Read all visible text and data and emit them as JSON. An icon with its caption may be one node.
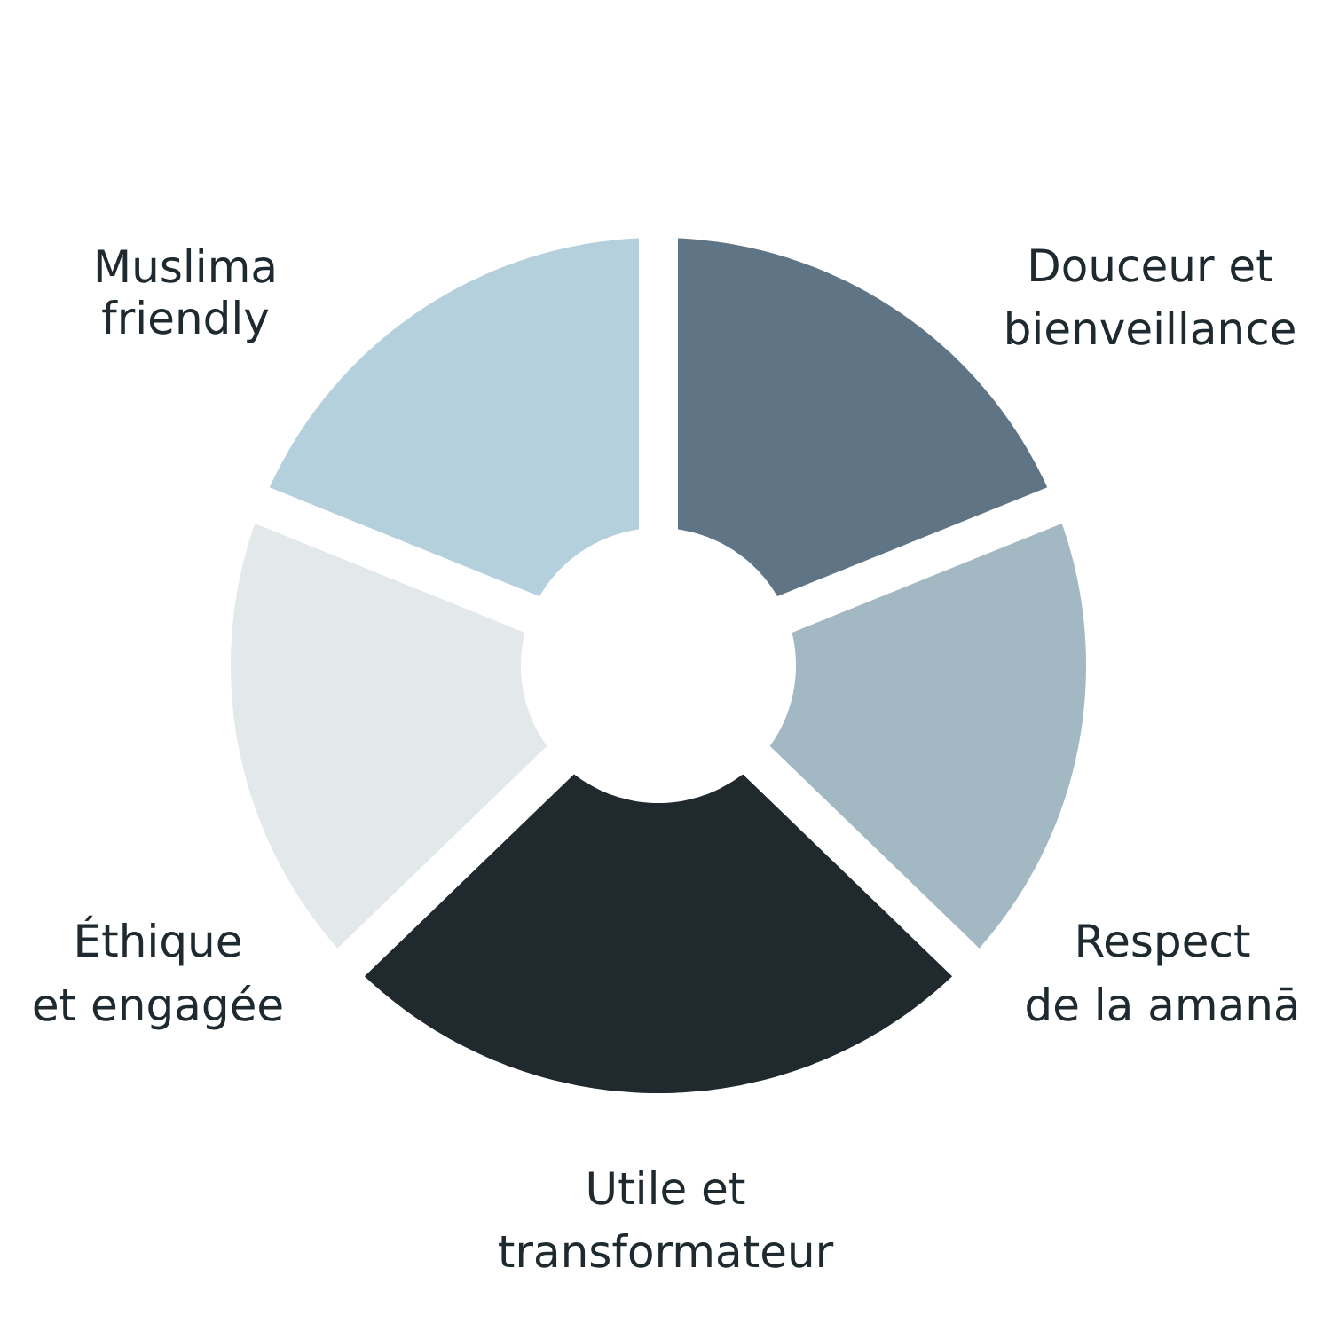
{
  "diagram": {
    "nodes": [
      {
        "text": [
          "Muslima friendly"
        ]
      },
      {
        "text": [
          "Douceur et bienveillance"
        ]
      },
      {
        "text": [
          "Éthique et engagée"
        ]
      },
      {
        "text": [
          "Respect de la amanā"
        ]
      },
      {
        "text": [
          "Utile et transformateur"
        ]
      }
    ]
  }
}
